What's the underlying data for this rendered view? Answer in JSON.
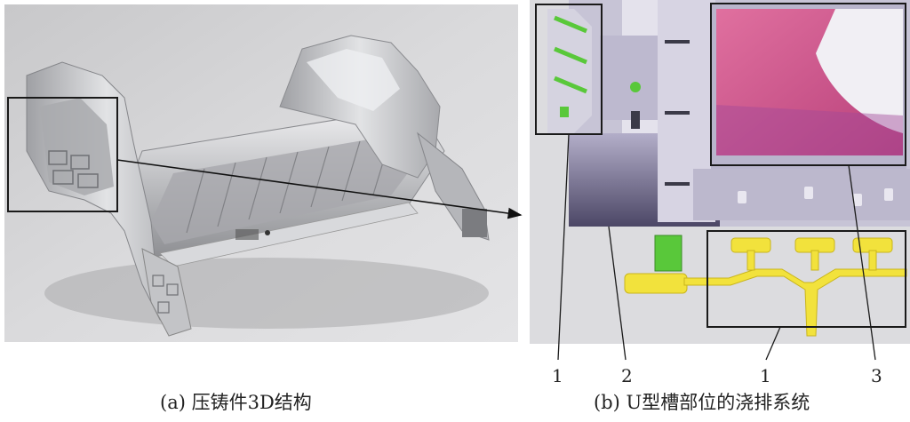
{
  "panels": {
    "a": {
      "caption": "(a) 压铸件3D结构"
    },
    "b": {
      "caption": "(b) U型槽部位的浇排系统"
    }
  },
  "callouts": [
    "1",
    "2",
    "1",
    "3"
  ],
  "colors": {
    "casting_gray": "#c9cacc",
    "background_gray": "#d6d6d8",
    "mold_purple": "#8f8aa6",
    "mold_light": "#d9d6e6",
    "pink_insert": "#d65a8f",
    "yellow_runner": "#f2e23c",
    "green_feature": "#59c83a",
    "frame": "#1a1a1a"
  }
}
